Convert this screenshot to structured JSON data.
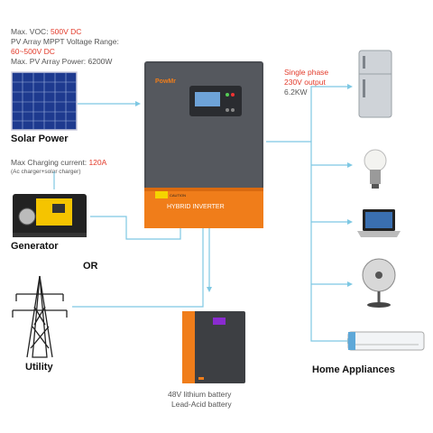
{
  "specs": {
    "voc_label": "Max. VOC: ",
    "voc_value": "500V DC",
    "mppt_label": "PV Array MPPT Voltage Range:",
    "mppt_value": "60~500V DC",
    "pv_power": "Max. PV Array Power: 6200W",
    "charging_label": "Max Charging current: ",
    "charging_value": "120A",
    "charging_note": "(Ac charger+solar charger)"
  },
  "sources": {
    "solar": "Solar Power",
    "generator": "Generator",
    "or": "OR",
    "utility": "Utility"
  },
  "inverter": {
    "brand": "PowMr",
    "caution": "CAUTION",
    "label": "HYBRID INVERTER"
  },
  "output": {
    "line1": "Single phase",
    "line2": "230V output",
    "line3": "6.2KW"
  },
  "battery": {
    "line1": "48V lithium battery",
    "line2": "Lead-Acid battery"
  },
  "appliances": {
    "title": "Home Appliances"
  },
  "colors": {
    "accent": "#e23a2a",
    "connector": "#7ec8e3",
    "inverter_body": "#4a4d52",
    "inverter_orange": "#f07d1a"
  }
}
